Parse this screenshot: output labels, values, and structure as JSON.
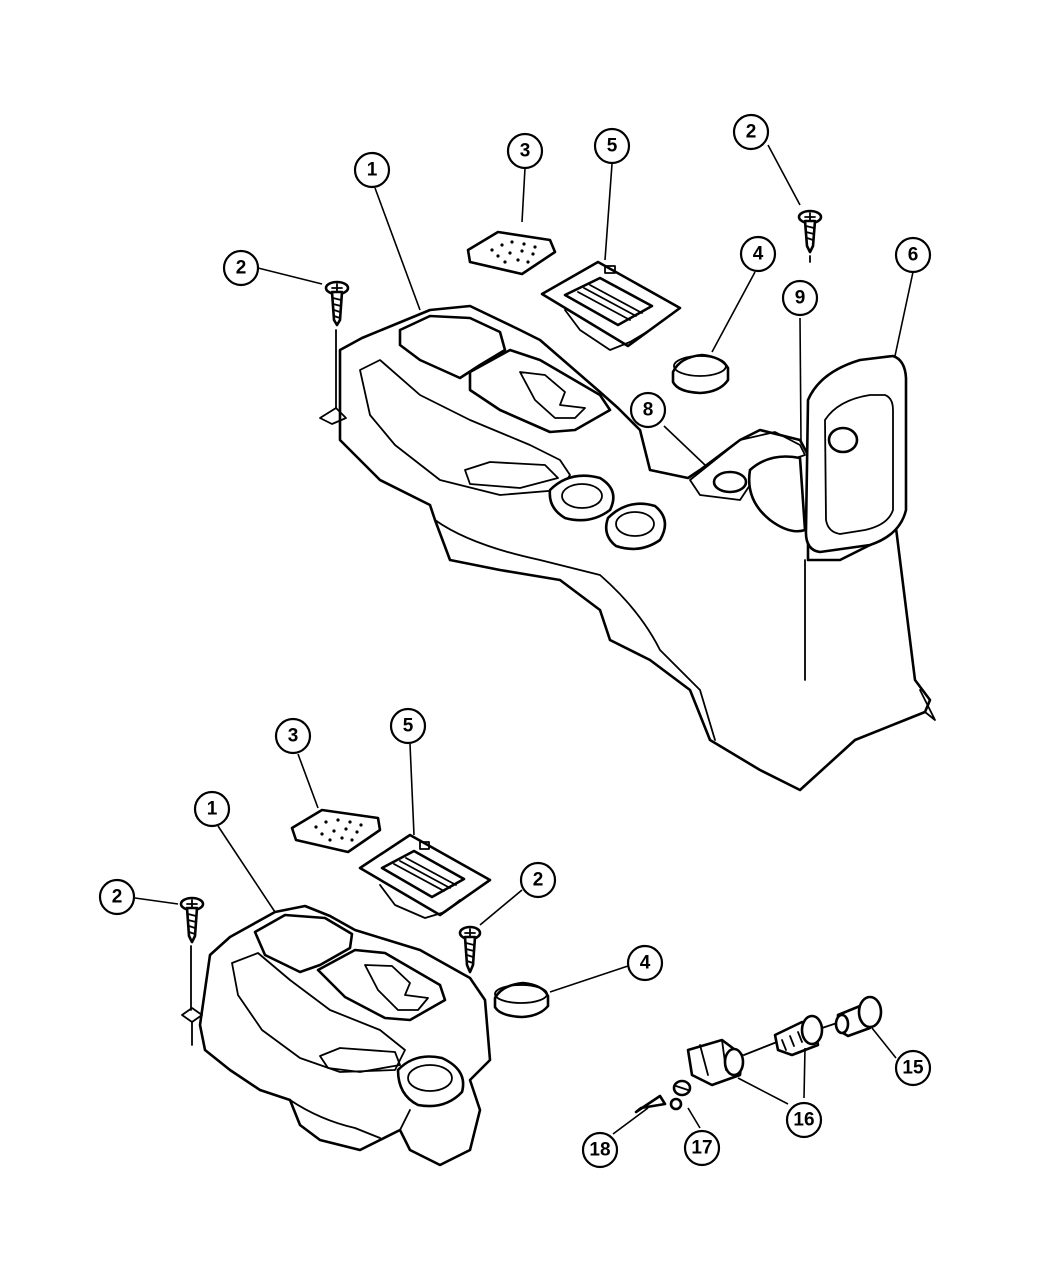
{
  "diagram": {
    "background": "#ffffff",
    "line_color": "#000000",
    "callouts": [
      {
        "id": "upper-1",
        "label": "1"
      },
      {
        "id": "upper-2a",
        "label": "2"
      },
      {
        "id": "upper-2b",
        "label": "2"
      },
      {
        "id": "upper-3",
        "label": "3"
      },
      {
        "id": "upper-4",
        "label": "4"
      },
      {
        "id": "upper-5",
        "label": "5"
      },
      {
        "id": "upper-6",
        "label": "6"
      },
      {
        "id": "upper-8",
        "label": "8"
      },
      {
        "id": "upper-9",
        "label": "9"
      },
      {
        "id": "lower-1",
        "label": "1"
      },
      {
        "id": "lower-2a",
        "label": "2"
      },
      {
        "id": "lower-2b",
        "label": "2"
      },
      {
        "id": "lower-3",
        "label": "3"
      },
      {
        "id": "lower-4",
        "label": "4"
      },
      {
        "id": "lower-5",
        "label": "5"
      },
      {
        "id": "lower-15",
        "label": "15"
      },
      {
        "id": "lower-16",
        "label": "16"
      },
      {
        "id": "lower-17",
        "label": "17"
      },
      {
        "id": "lower-18",
        "label": "18"
      }
    ]
  }
}
